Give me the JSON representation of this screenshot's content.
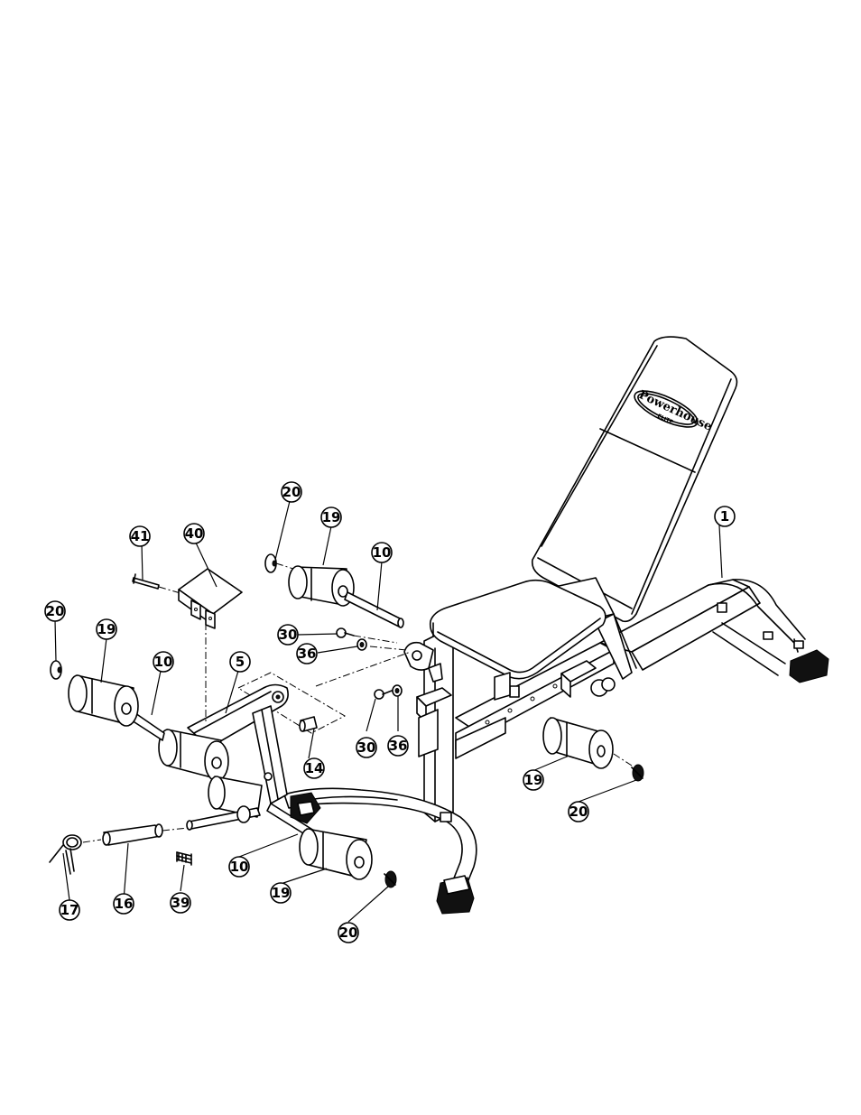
{
  "diagram": {
    "brand_logo": "Powerhouse",
    "brand_sub": "ELITE",
    "callouts": {
      "c1": "1",
      "c41": "41",
      "c40": "40",
      "c20a": "20",
      "c19a": "19",
      "c10a": "10",
      "c20b": "20",
      "c19b": "19",
      "c10b": "10",
      "c5": "5",
      "c30a": "30",
      "c36a": "36",
      "c30b": "30",
      "c36b": "36",
      "c14": "14",
      "c19c": "19",
      "c20c": "20",
      "c10c": "10",
      "c19d": "19",
      "c20d": "20",
      "c17": "17",
      "c16": "16",
      "c39": "39"
    }
  }
}
